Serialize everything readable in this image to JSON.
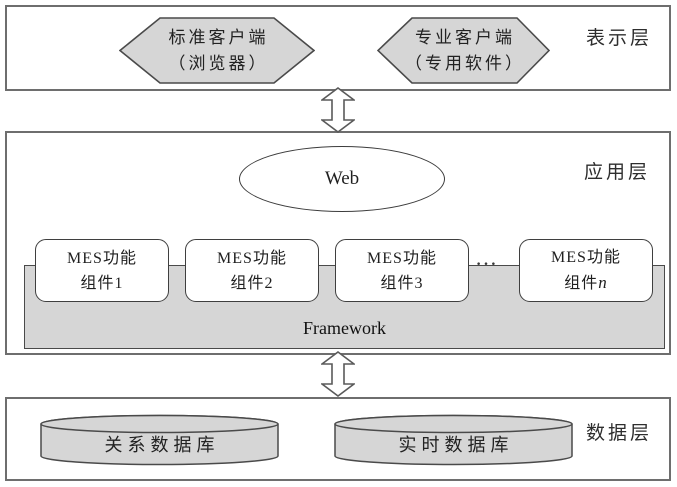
{
  "diagram": {
    "title_hint": "MES layered architecture",
    "colors": {
      "shape_fill": "#d6d6d6",
      "shape_border": "#4a4a4a",
      "layer_border": "#6e6e6e",
      "text": "#1f1f1f",
      "background": "#ffffff"
    },
    "layers": [
      {
        "id": "presentation",
        "label": "表示层",
        "clients": [
          {
            "line1": "标准客户端",
            "line2": "（浏览器）"
          },
          {
            "line1": "专业客户端",
            "line2": "（专用软件）"
          }
        ]
      },
      {
        "id": "application",
        "label": "应用层",
        "web_label": "Web",
        "components": [
          {
            "line1": "MES功能",
            "line2": "组件1"
          },
          {
            "line1": "MES功能",
            "line2": "组件2"
          },
          {
            "line1": "MES功能",
            "line2": "组件3"
          },
          {
            "line1": "MES功能",
            "line2": "组件",
            "line2_italic": "n"
          }
        ],
        "ellipsis": "…",
        "framework_label": "Framework"
      },
      {
        "id": "data",
        "label": "数据层",
        "databases": [
          {
            "label": "关系数据库"
          },
          {
            "label": "实时数据库"
          }
        ]
      }
    ]
  }
}
